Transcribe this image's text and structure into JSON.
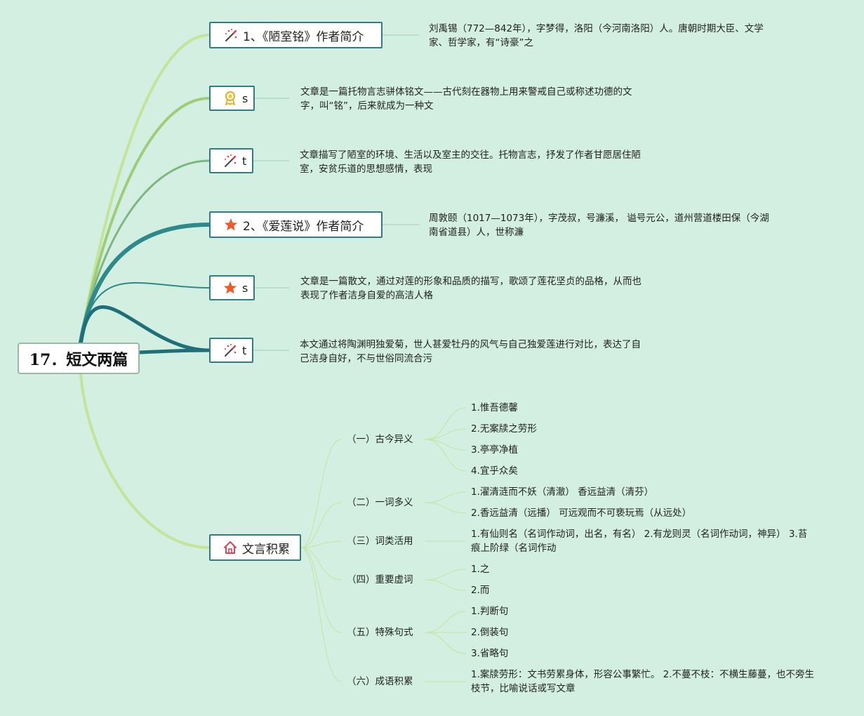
{
  "root": {
    "label": "17．短文两篇"
  },
  "branches": [
    {
      "label": "1、《陋室铭》作者简介",
      "icon": "magic-wand-icon",
      "desc": "刘禹锡（772—842年），字梦得，洛阳（今河南洛阳）人。唐朝时期大臣、文学家、哲学家，有“诗豪”之"
    },
    {
      "label": "s",
      "icon": "award-icon",
      "desc": "文章是一篇托物言志骈体铭文——古代刻在器物上用来警戒自己或称述功德的文字，叫“铭”，后来就成为一种文"
    },
    {
      "label": "t",
      "icon": "magic-wand-icon",
      "desc": "文章描写了陋室的环境、生活以及室主的交往。托物言志，抒发了作者甘愿居住陋室，安贫乐道的思想感情，表现"
    },
    {
      "label": "2、《爱莲说》作者简介",
      "icon": "star-icon",
      "desc": "周敦颐（1017—1073年），字茂叔，号濂溪， 谥号元公，道州营道楼田保（今湖南省道县）人，世称濂"
    },
    {
      "label": "s",
      "icon": "star-icon",
      "desc": "文章是一篇散文，通过对莲的形象和品质的描写，歌颂了莲花坚贞的品格，从而也表现了作者洁身自爱的高洁人格"
    },
    {
      "label": "t",
      "icon": "magic-wand-icon",
      "desc": "本文通过将陶渊明独爱菊，世人甚爱牡丹的风气与自己独爱莲进行对比，表达了自己洁身自好，不与世俗同流合污"
    },
    {
      "label": "文言积累",
      "icon": "home-icon"
    }
  ],
  "wenyan": [
    {
      "label": "（一）古今异义",
      "items": [
        "1.惟吾德馨",
        "2.无案牍之劳形",
        "3.亭亭净植",
        "4.宜乎众矣"
      ]
    },
    {
      "label": "（二）一词多义",
      "items": [
        "1.濯清涟而不妖（清澈） 香远益清（清芬）",
        "2.香远益清（远播） 可远观而不可亵玩焉（从远处）"
      ]
    },
    {
      "label": "（三）词类活用",
      "items": [
        "1.有仙则名（名词作动词，出名，有名） 2.有龙则灵（名词作动词，神异） 3.苔痕上阶绿（名词作动"
      ]
    },
    {
      "label": "（四）重要虚词",
      "items": [
        "1.之",
        "2.而"
      ]
    },
    {
      "label": "（五）特殊句式",
      "items": [
        "1.判断句",
        "2.倒装句",
        "3.省略句"
      ]
    },
    {
      "label": "（六）成语积累",
      "items": [
        "1.案牍劳形：文书劳累身体，形容公事繁忙。 2.不蔓不枝：不横生藤蔓，也不旁生枝节，比喻说话或写文章"
      ]
    }
  ],
  "colors": {
    "background": "#d3efe2",
    "node_border": "#2e7d87",
    "branch_light": "#c4e49a",
    "branch_mid": "#9fcc78",
    "branch_green": "#7db67e",
    "branch_teal": "#2e8a8a",
    "branch_dark": "#1e6f78",
    "leaf_line": "#c7e6a8"
  }
}
